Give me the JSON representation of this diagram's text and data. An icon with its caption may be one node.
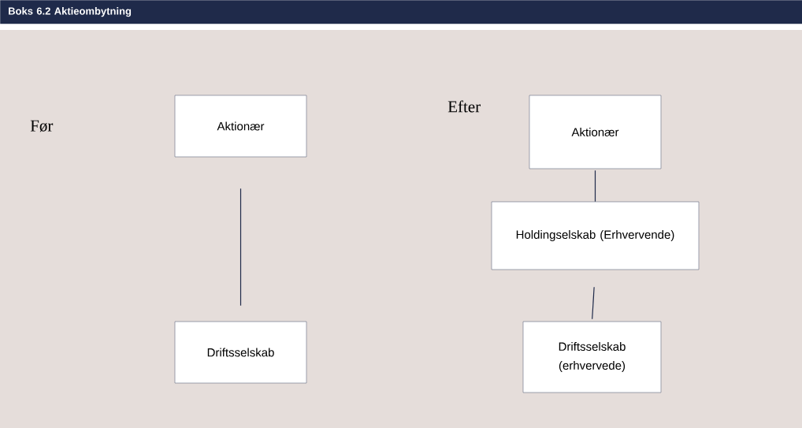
{
  "diagram": {
    "title": "Boks 6.2 Aktieombytning",
    "nodes": [
      {
        "text": [
          "Aktionær"
        ]
      },
      {
        "text": [
          "Driftsselskab"
        ]
      },
      {
        "text": [
          "Aktionær"
        ]
      },
      {
        "text": [
          "Holdingselskab (Erhvervende)"
        ]
      },
      {
        "text": [
          "Driftsselskab (erhvervede)"
        ]
      }
    ],
    "edges": [
      {
        "from": 0,
        "to": 1,
        "arrow": "none"
      },
      {
        "from": 2,
        "to": 3,
        "arrow": "none"
      },
      {
        "from": 3,
        "to": 4,
        "arrow": "none"
      }
    ],
    "labels": [
      "Før",
      "Efter"
    ]
  }
}
